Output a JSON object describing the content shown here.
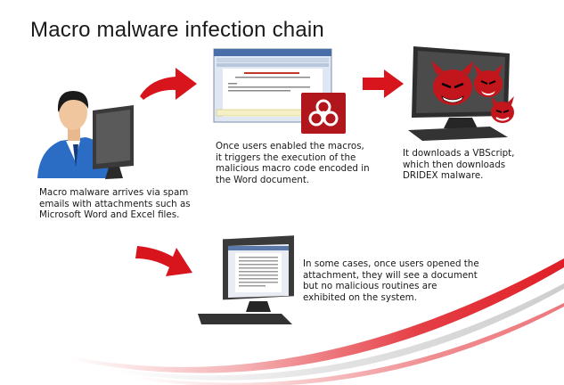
{
  "title": "Macro malware infection chain",
  "steps": [
    {
      "caption": "Macro malware arrives via spam emails with attachments such as Microsoft Word and Excel files."
    },
    {
      "caption": "Once users enabled the macros, it triggers the execution of the malicious macro code encoded in the Word document."
    },
    {
      "caption": "It downloads a VBScript, which then downloads DRIDEX malware."
    },
    {
      "caption": "In some cases, once users opened the attachment, they will see a document but no malicious routines are exhibited on the system."
    }
  ],
  "colors": {
    "arrow_red": "#d8141c",
    "swoosh_red": "#e01e26",
    "biohazard_bg": "#b0161c",
    "shirt_blue": "#2b6cc4",
    "monitor_dark": "#3a3a3a"
  },
  "icons": {
    "user": "user-at-computer-icon",
    "document": "word-document-window-icon",
    "biohazard": "biohazard-icon",
    "malware": "red-devil-malware-icon",
    "monitor": "monitor-with-document-icon"
  }
}
